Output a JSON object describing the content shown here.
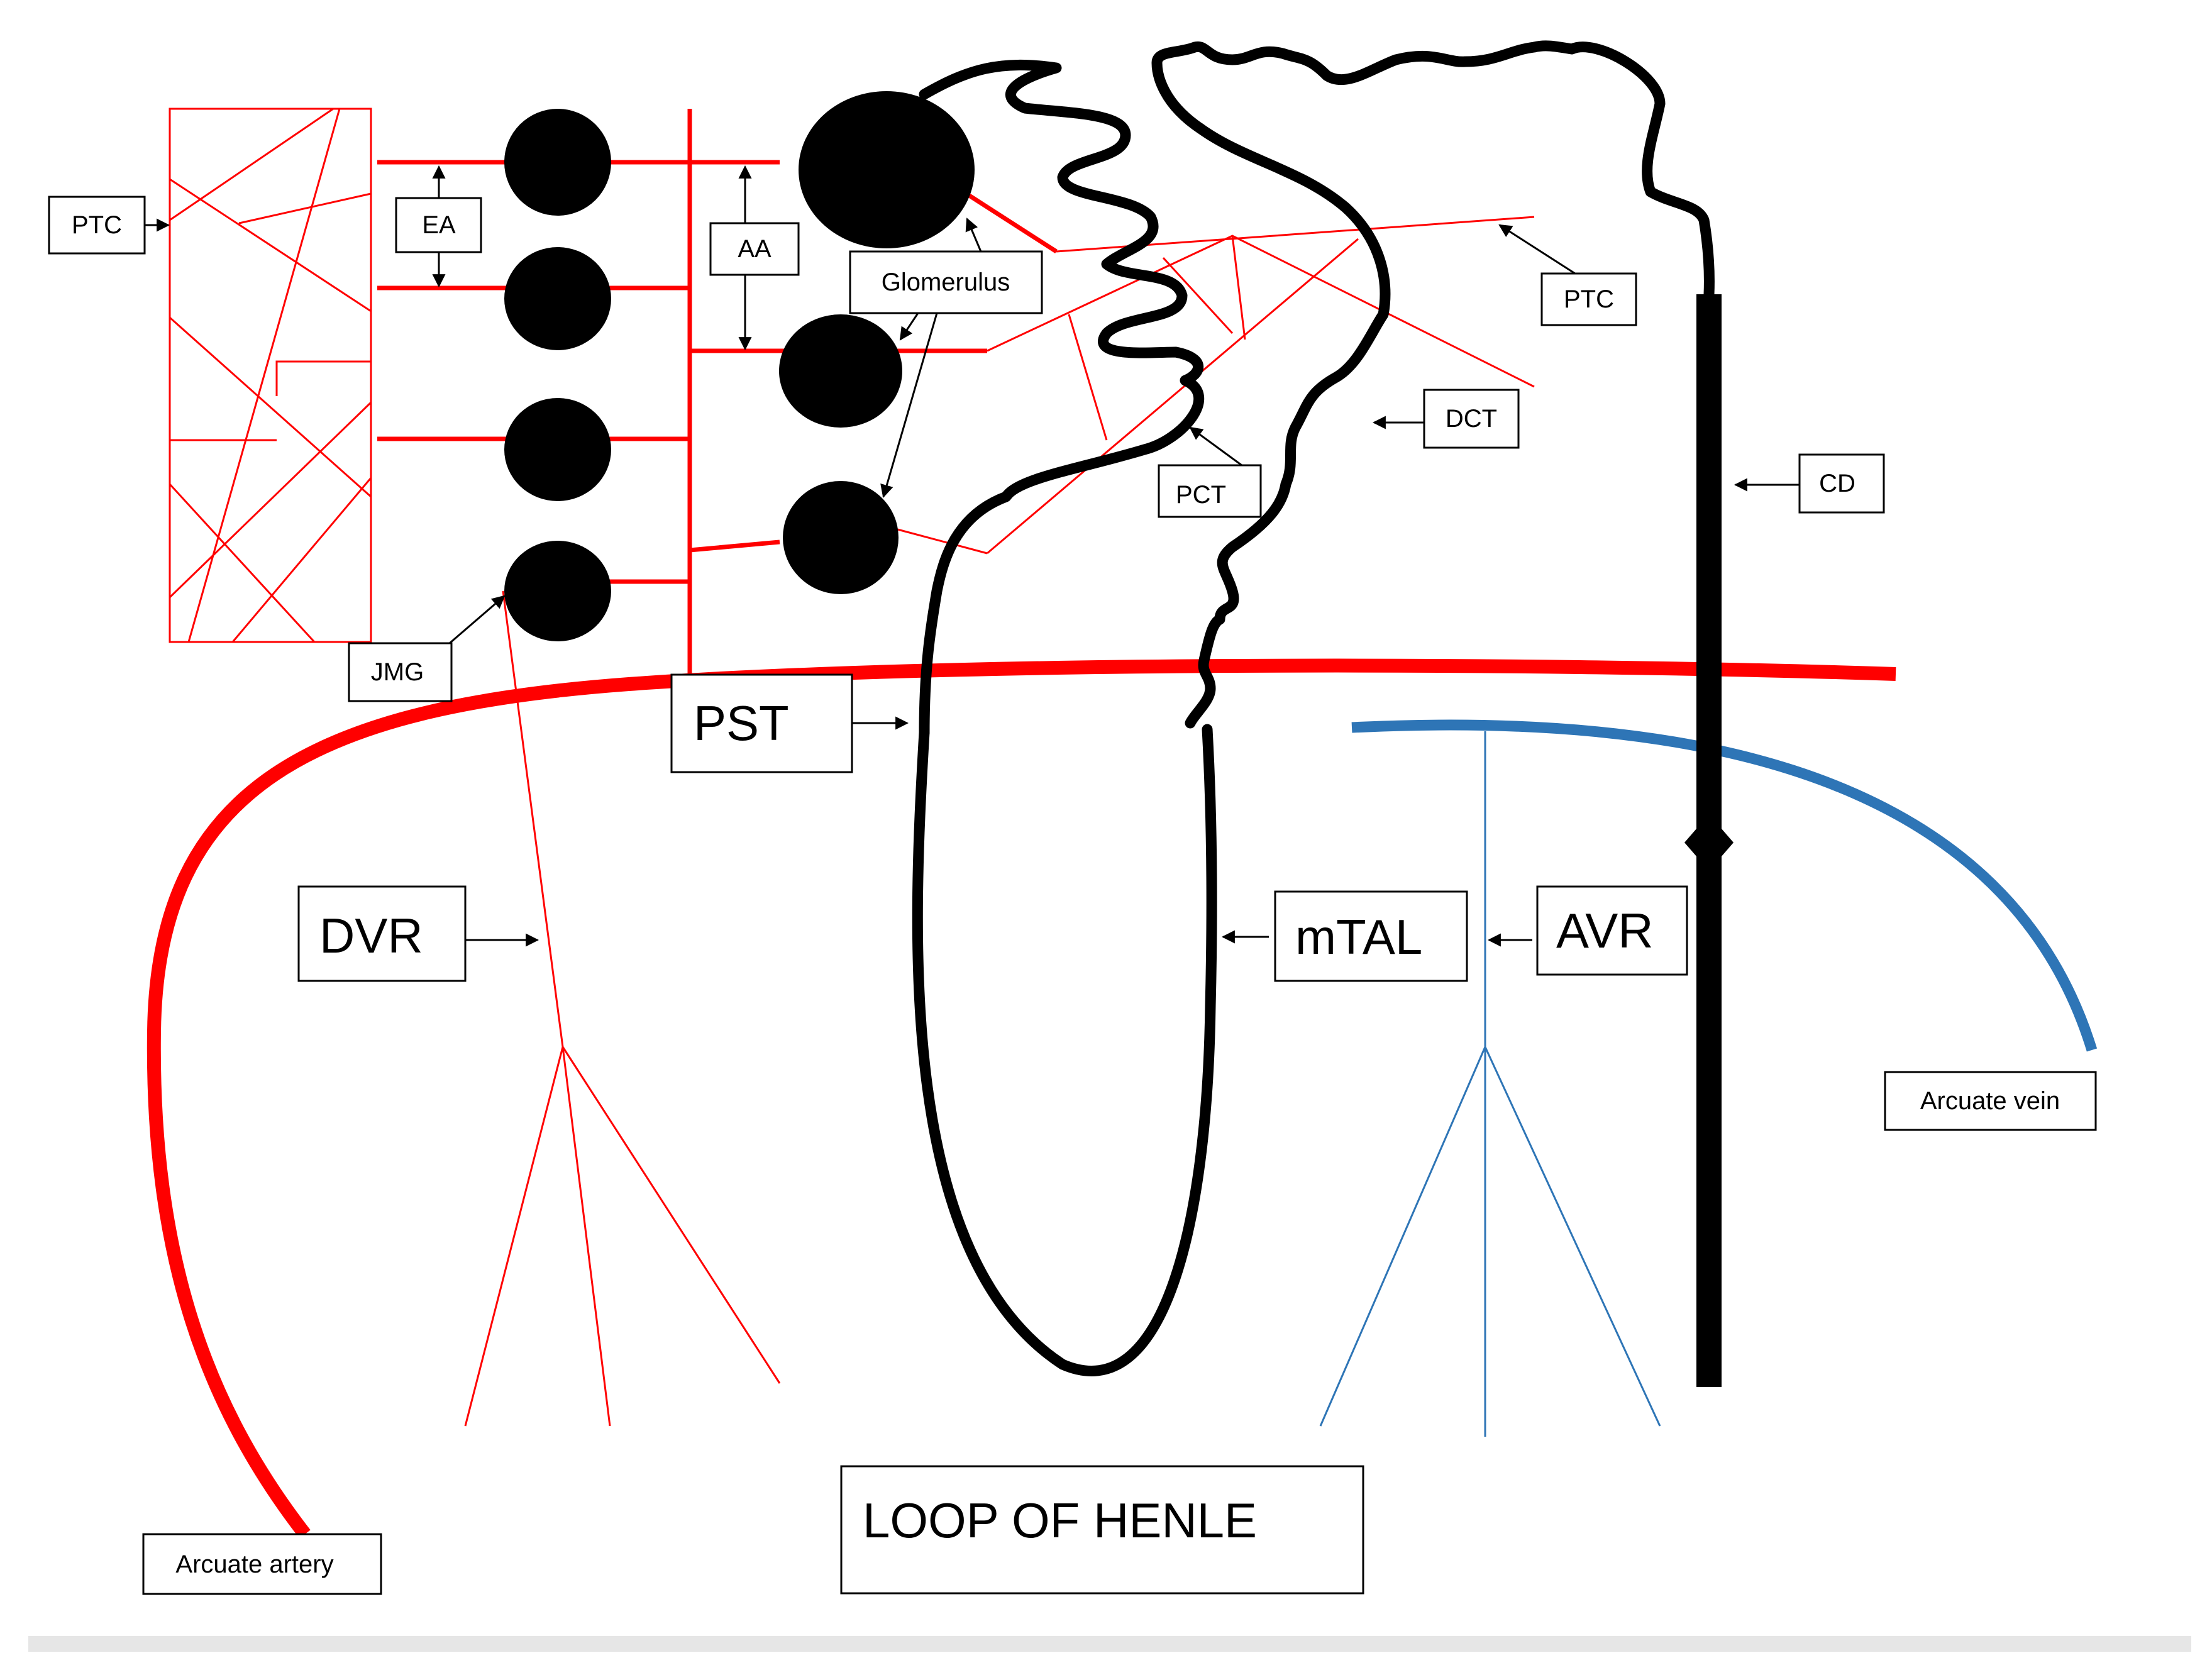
{
  "labels": {
    "ptc_left": "PTC",
    "ea": "EA",
    "aa": "AA",
    "glomerulus": "Glomerulus",
    "ptc_right": "PTC",
    "dct": "DCT",
    "pct": "PCT",
    "cd": "CD",
    "jmg": "JMG",
    "pst": "PST",
    "dvr": "DVR",
    "mtal": "mTAL",
    "avr": "AVR",
    "arcuate_vein": "Arcuate vein",
    "arcuate_artery": "Arcuate artery",
    "loop_of_henle": "LOOP OF HENLE"
  },
  "colors": {
    "artery": "#ff0000",
    "vein": "#2e75b6",
    "tubule": "#000000",
    "footer_bar": "#e6e6e6"
  }
}
